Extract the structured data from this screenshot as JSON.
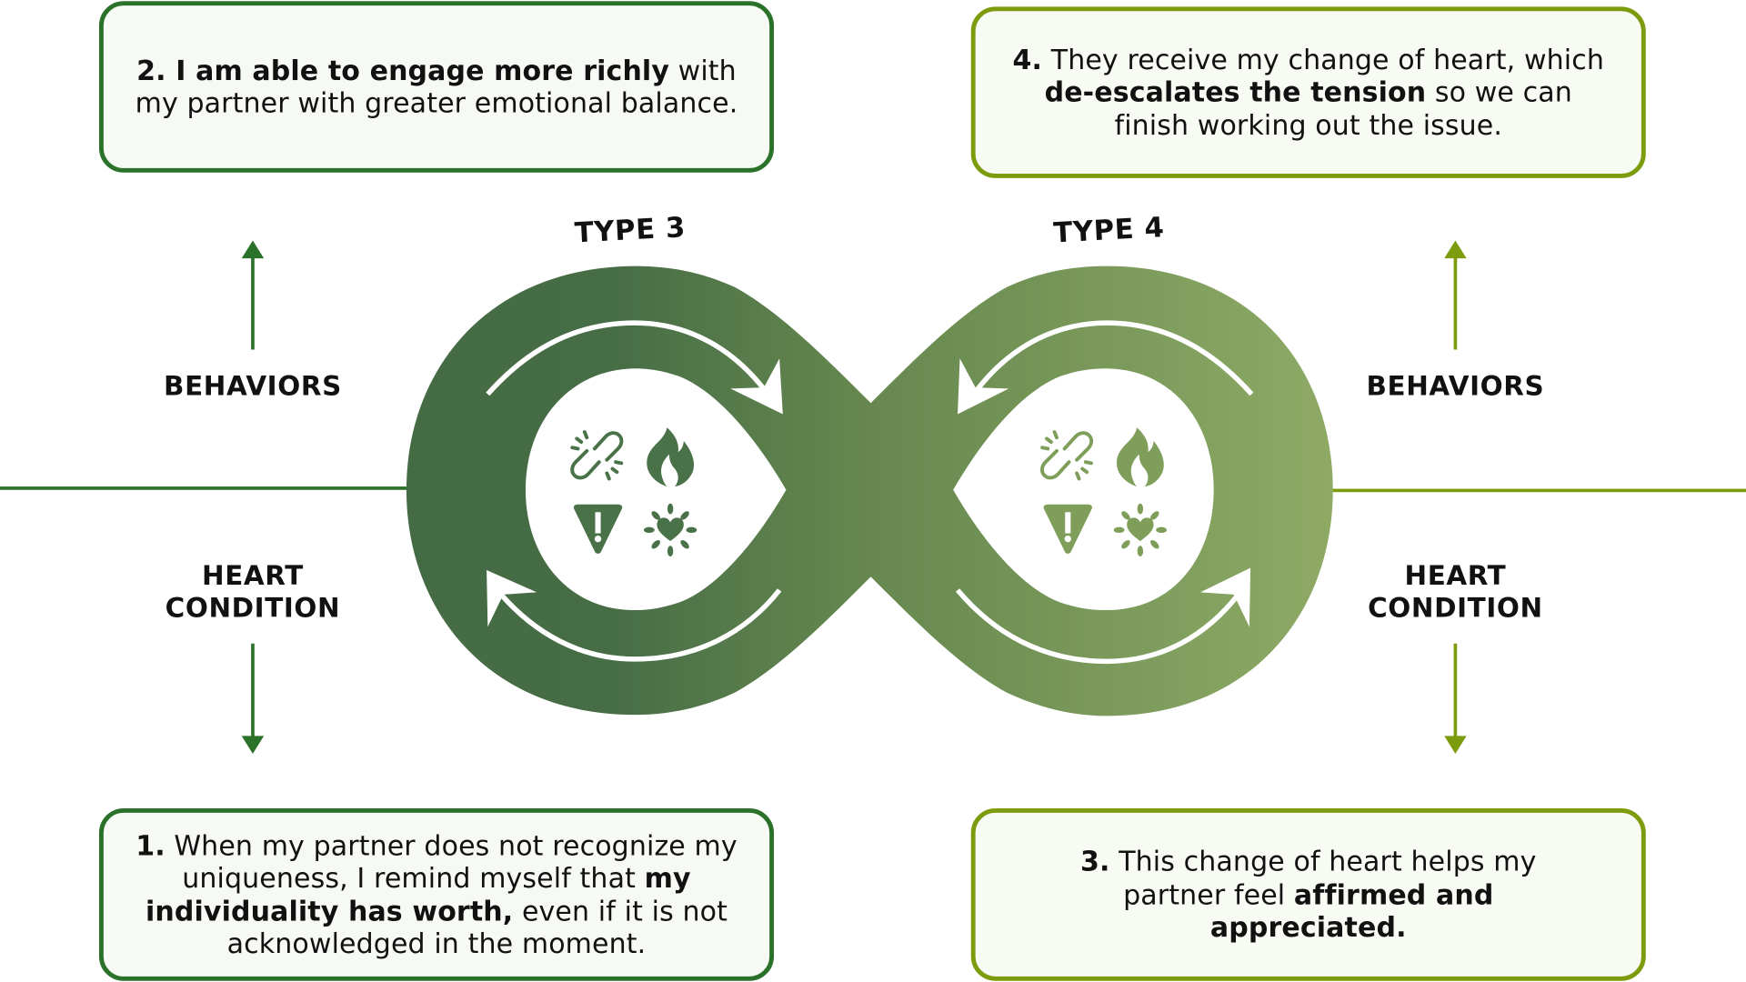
{
  "colors": {
    "dark_green": "#2a7129",
    "lime_green": "#7c9c0e",
    "infinity_left": "#456b45",
    "infinity_mid": "#66884f",
    "infinity_right": "#8eaa65",
    "box_fill": "#f6f9f4"
  },
  "types": {
    "left": "TYPE 3",
    "right": "TYPE 4"
  },
  "axis_labels": {
    "left_top": "BEHAVIORS",
    "left_bottom_line1": "HEART",
    "left_bottom_line2": "CONDITION",
    "right_top": "BEHAVIORS",
    "right_bottom_line1": "HEART",
    "right_bottom_line2": "CONDITION"
  },
  "steps": {
    "step1": {
      "num": "1.",
      "text_a": " When my partner does not recognize my uniqueness, I remind myself that ",
      "bold": "my individuality has worth,",
      "text_b": " even if it is not acknowledged in the moment."
    },
    "step2": {
      "num": "2.",
      "bold": " I am able to engage more richly",
      "text_b": " with my partner with greater emotional balance."
    },
    "step3": {
      "num": "3.",
      "text_a": " This change of heart helps my partner feel ",
      "bold": "affirmed and appreciated."
    },
    "step4": {
      "num": "4.",
      "text_a": " They receive my change of heart, which ",
      "bold": "de-escalates the tension",
      "text_b": " so we can finish working out the issue."
    }
  },
  "icons": {
    "left": [
      "broken-link",
      "flame",
      "warning",
      "radiant-heart"
    ],
    "right": [
      "broken-link",
      "flame",
      "warning",
      "radiant-heart"
    ]
  }
}
